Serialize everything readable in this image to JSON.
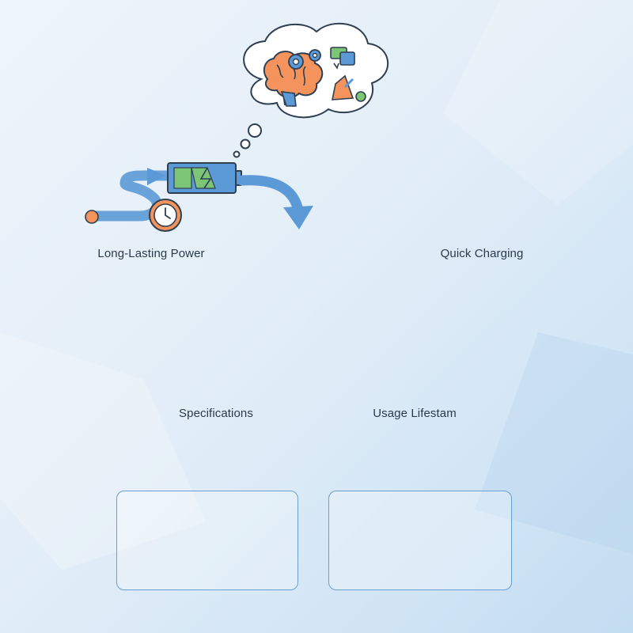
{
  "diagram": {
    "labels": {
      "long_lasting": "Long-Lasting Power",
      "quick_charging": "Quick Charging",
      "specifications": "Specifications",
      "usage_lifespan": "Usage Lifestam"
    },
    "icons": {
      "thought_bubble": "brain-gears-thought-bubble-icon",
      "long_battery": "battery-long-lasting-icon",
      "quick_battery": "battery-lightning-icon",
      "clock": "clock-icon",
      "stopwatch": "stopwatch-icon",
      "growth_chart": "bar-chart-growth-icon",
      "chip_search": "chip-magnifier-icon",
      "puzzle_phone": "puzzle-phone-icon",
      "center_battery": "battery-lightning-center-icon",
      "coins_down": "coins-down-arrow-icon",
      "sad_face": "sad-face-icon",
      "low_battery": "low-battery-icon",
      "trophy": "trophy-icon",
      "happy_face": "happy-face-icon",
      "battery_up": "battery-up-arrow-icon"
    },
    "colors": {
      "blue": "#5b9ad6",
      "green": "#7cc576",
      "orange": "#f4935b",
      "outline": "#2f3f52",
      "panel_border": "#6a9fcf"
    }
  }
}
